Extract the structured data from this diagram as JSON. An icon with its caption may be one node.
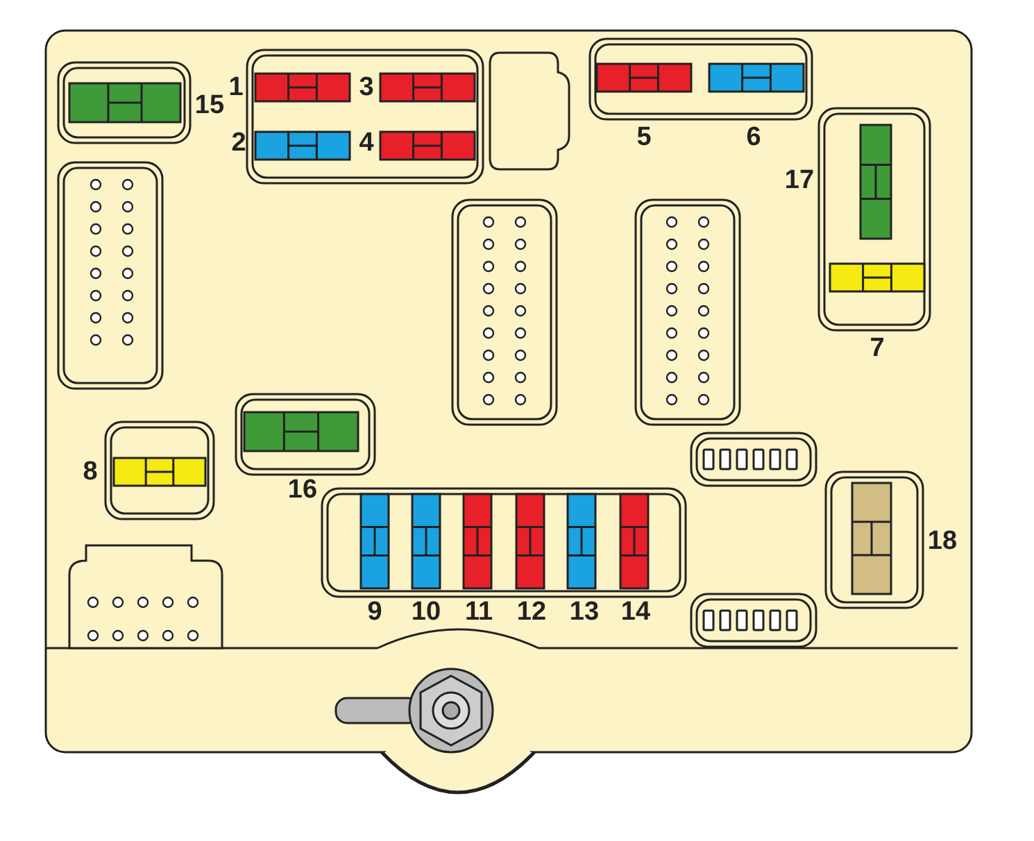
{
  "diagram": {
    "labels": [
      "1",
      "3",
      "15",
      "2",
      "4",
      "5",
      "6",
      "17",
      "7",
      "8",
      "16",
      "18",
      "9",
      "10",
      "11",
      "12",
      "13",
      "14"
    ]
  }
}
